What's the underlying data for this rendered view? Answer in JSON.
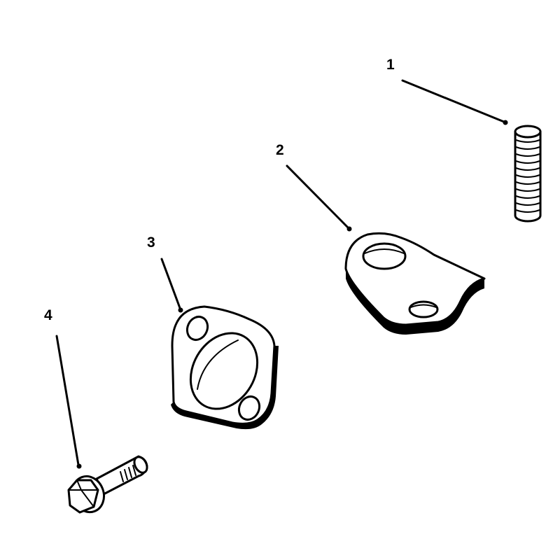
{
  "callouts": [
    {
      "label": "1",
      "part": "stud"
    },
    {
      "label": "2",
      "part": "bracket"
    },
    {
      "label": "3",
      "part": "gasket"
    },
    {
      "label": "4",
      "part": "flange-bolt"
    }
  ]
}
